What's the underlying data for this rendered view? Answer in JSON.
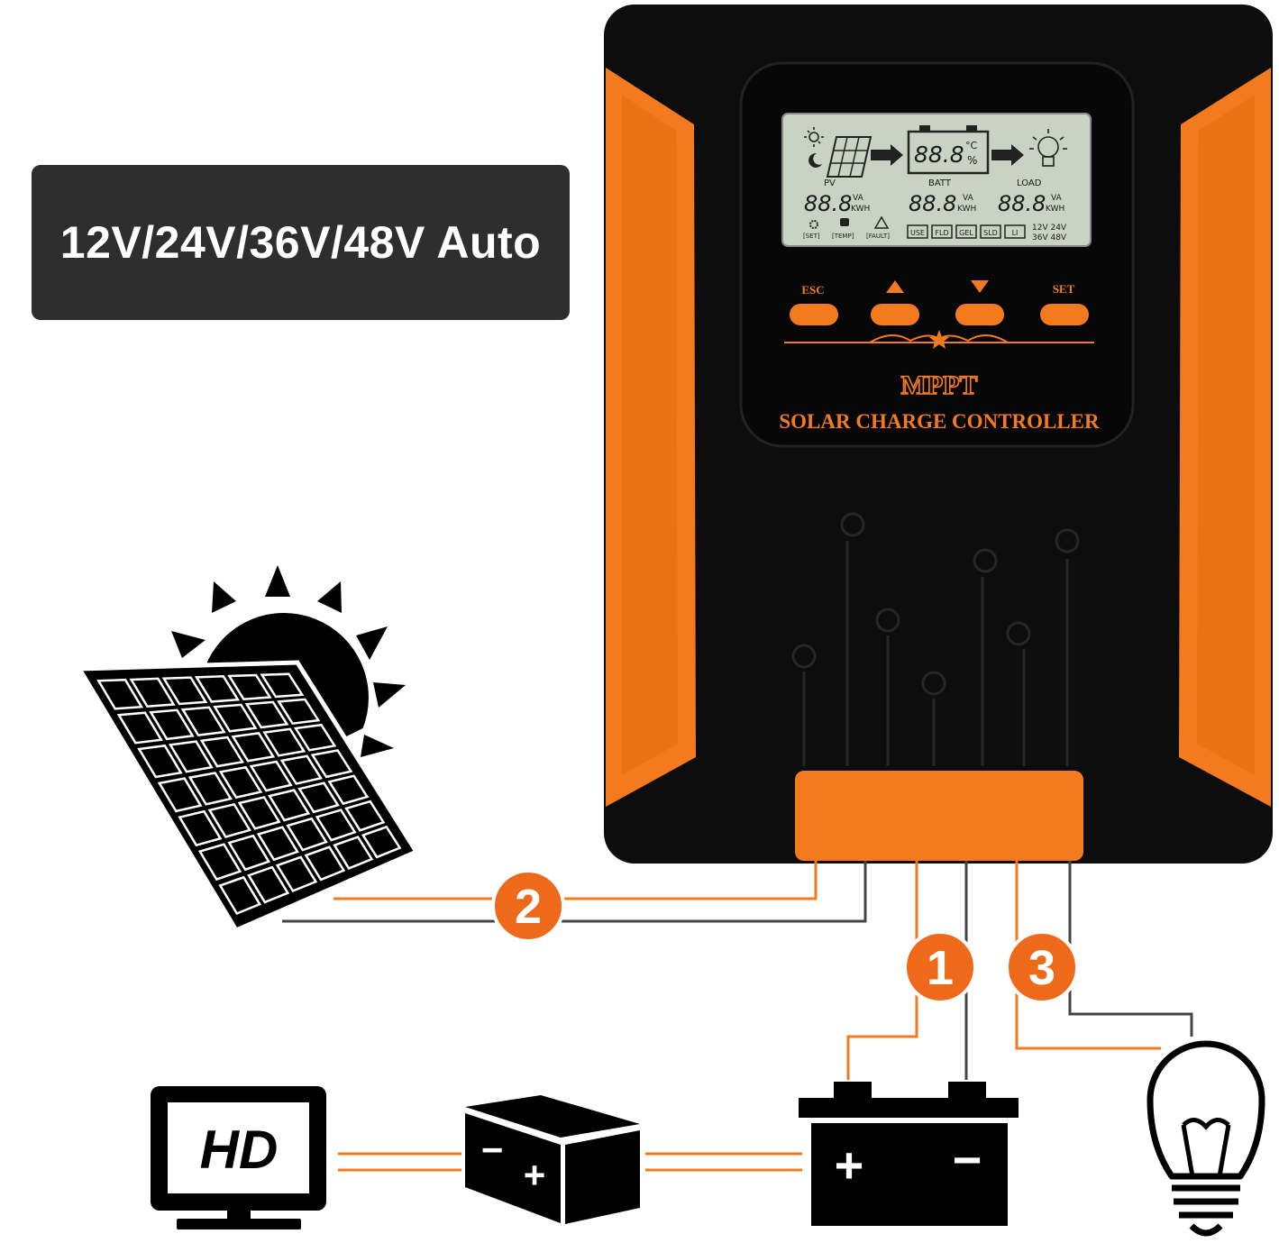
{
  "voltage_banner": "12V/24V/36V/48V Auto",
  "lcd": {
    "temp_value": "88.8",
    "temp_unit_c": "°C",
    "temp_unit_pct": "%",
    "pv_label": "PV",
    "pv_value": "88.8",
    "batt_label": "BATT",
    "batt_value": "88.8",
    "load_label": "LOAD",
    "load_value": "88.8",
    "unit_va": "VA",
    "unit_kwh": "KWH",
    "set_label": "[SET]",
    "temp_label": "[TEMP]",
    "fault_label": "[FAULT]",
    "modes": [
      "USE",
      "FLD",
      "GEL",
      "SLD",
      "LI"
    ],
    "volt_row1": "12V 24V",
    "volt_row2": "36V 48V"
  },
  "buttons": {
    "esc": "ESC",
    "set": "SET"
  },
  "brand": {
    "mppt": "MPPT",
    "subtitle": "SOLAR CHARGE CONTROLLER"
  },
  "connections": {
    "battery": "1",
    "solar": "2",
    "load": "3"
  },
  "devices": {
    "tv_label": "HD",
    "battery_plus": "+",
    "battery_minus": "−",
    "inverter_plus": "+",
    "inverter_minus": "−"
  },
  "colors": {
    "orange": "#f47a1f",
    "case": "#111111",
    "lcd": "#c9d3c4",
    "badge": "#ee6a1a",
    "banner": "#2e2e2e"
  }
}
